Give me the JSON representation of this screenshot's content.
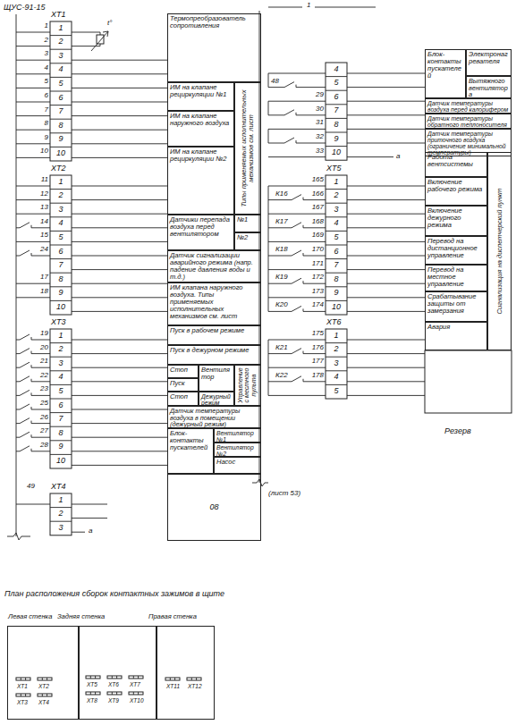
{
  "diagram": {
    "nodes": [
      {
        "text": [
          "Термопреобразователь сопротивления"
        ]
      },
      {
        "text": [
          "ИМ на клапане рециркуляции №1"
        ]
      },
      {
        "text": [
          "ИМ на клапане наружного воздуха"
        ]
      },
      {
        "text": [
          "ИМ на клапане рециркуляции №2"
        ]
      },
      {
        "text": [
          "Типы применяемых исполнительных механизмов см. лист"
        ]
      },
      {
        "text": [
          "Датчики перепада воздуха перед вентилятором"
        ]
      },
      {
        "text": [
          "№1"
        ]
      },
      {
        "text": [
          "№2"
        ]
      },
      {
        "text": [
          "Датчик сигнализации аварийного режима (напр. падение давления воды и т.д.)"
        ]
      },
      {
        "text": [
          "ИМ клапана наружного воздуха. Типы применяемых исполнительных механизмов см. лист"
        ]
      },
      {
        "text": [
          "Пуск в рабочем режиме"
        ]
      },
      {
        "text": [
          "Пуск в дежурном режиме"
        ]
      },
      {
        "text": [
          "Стоп"
        ]
      },
      {
        "text": [
          "Пуск"
        ]
      },
      {
        "text": [
          "Стоп"
        ]
      },
      {
        "text": [
          "Вентилятор"
        ]
      },
      {
        "text": [
          "Дежурный режим"
        ]
      },
      {
        "text": [
          "Управление с местного пульта"
        ]
      },
      {
        "text": [
          "Датчик температуры воздуха в помещении (дежурный режим)"
        ]
      },
      {
        "text": [
          "Блок-контакты пускателей"
        ]
      },
      {
        "text": [
          "Вентилятор №1"
        ]
      },
      {
        "text": [
          "Вентилятор №2"
        ]
      },
      {
        "text": [
          "Насос"
        ]
      },
      {
        "text": [
          "08"
        ]
      },
      {
        "text": [
          "Блок-контакты пускателей"
        ]
      },
      {
        "text": [
          "Электронагревателя"
        ]
      },
      {
        "text": [
          "Вытяжного вентилятора"
        ]
      },
      {
        "text": [
          "Датчик температуры воздуха перед калорифером"
        ]
      },
      {
        "text": [
          "Датчик температуры обратного теплоносителя"
        ]
      },
      {
        "text": [
          "Датчик температуры приточного воздуха (ограничение минимальной температуры)"
        ]
      },
      {
        "text": [
          "Работа вентсистемы"
        ]
      },
      {
        "text": [
          "Включение рабочего режима"
        ]
      },
      {
        "text": [
          "Включение дежурного режима"
        ]
      },
      {
        "text": [
          "Перевод на дистанционное управление"
        ]
      },
      {
        "text": [
          "Перевод на местное управление"
        ]
      },
      {
        "text": [
          "Срабатывание защиты от замерзания"
        ]
      },
      {
        "text": [
          "Авария"
        ]
      },
      {
        "text": [
          "Сигнализация на диспетчерский пункт"
        ]
      },
      {
        "text": [
          "Левая стенка",
          "ХТ1",
          "ХТ2",
          "ХТ3",
          "ХТ4"
        ]
      },
      {
        "text": [
          "Задняя стенка",
          "ХТ5",
          "ХТ6",
          "ХТ7",
          "ХТ8",
          "ХТ9",
          "ХТ10"
        ]
      },
      {
        "text": [
          "Правая стенка",
          "ХТ11",
          "ХТ12"
        ]
      }
    ],
    "labels": [
      "ЩУС-91-15",
      "ХТ1",
      "1",
      "2",
      "3",
      "4",
      "5",
      "6",
      "7",
      "8",
      "9",
      "10",
      "1",
      "2",
      "3",
      "4",
      "5",
      "6",
      "7",
      "8",
      "9",
      "10",
      "ХТ2",
      "1",
      "2",
      "3",
      "4",
      "5",
      "6",
      "7",
      "8",
      "9",
      "10",
      "11",
      "12",
      "13",
      "14",
      "15",
      "24",
      "17",
      "18",
      "ХТ3",
      "1",
      "2",
      "3",
      "4",
      "5",
      "6",
      "7",
      "8",
      "9",
      "10",
      "19",
      "20",
      "21",
      "22",
      "23",
      "25",
      "26",
      "27",
      "28",
      "ХТ4",
      "1",
      "2",
      "3",
      "49",
      "а",
      "1",
      "4",
      "5",
      "6",
      "7",
      "8",
      "9",
      "10",
      "48",
      "29",
      "30",
      "31",
      "32",
      "33",
      "а",
      "ХТ5",
      "1",
      "2",
      "3",
      "4",
      "5",
      "6",
      "7",
      "8",
      "9",
      "10",
      "165",
      "166",
      "167",
      "168",
      "169",
      "170",
      "171",
      "172",
      "173",
      "174",
      "К16",
      "К17",
      "К18",
      "К19",
      "К20",
      "ХТ6",
      "1",
      "2",
      "3",
      "4",
      "5",
      "175",
      "176",
      "177",
      "178",
      "К21",
      "К22",
      "(лист 53)",
      "Резерв",
      "План расположения сборок контактных зажимов в щите",
      "t°"
    ]
  }
}
